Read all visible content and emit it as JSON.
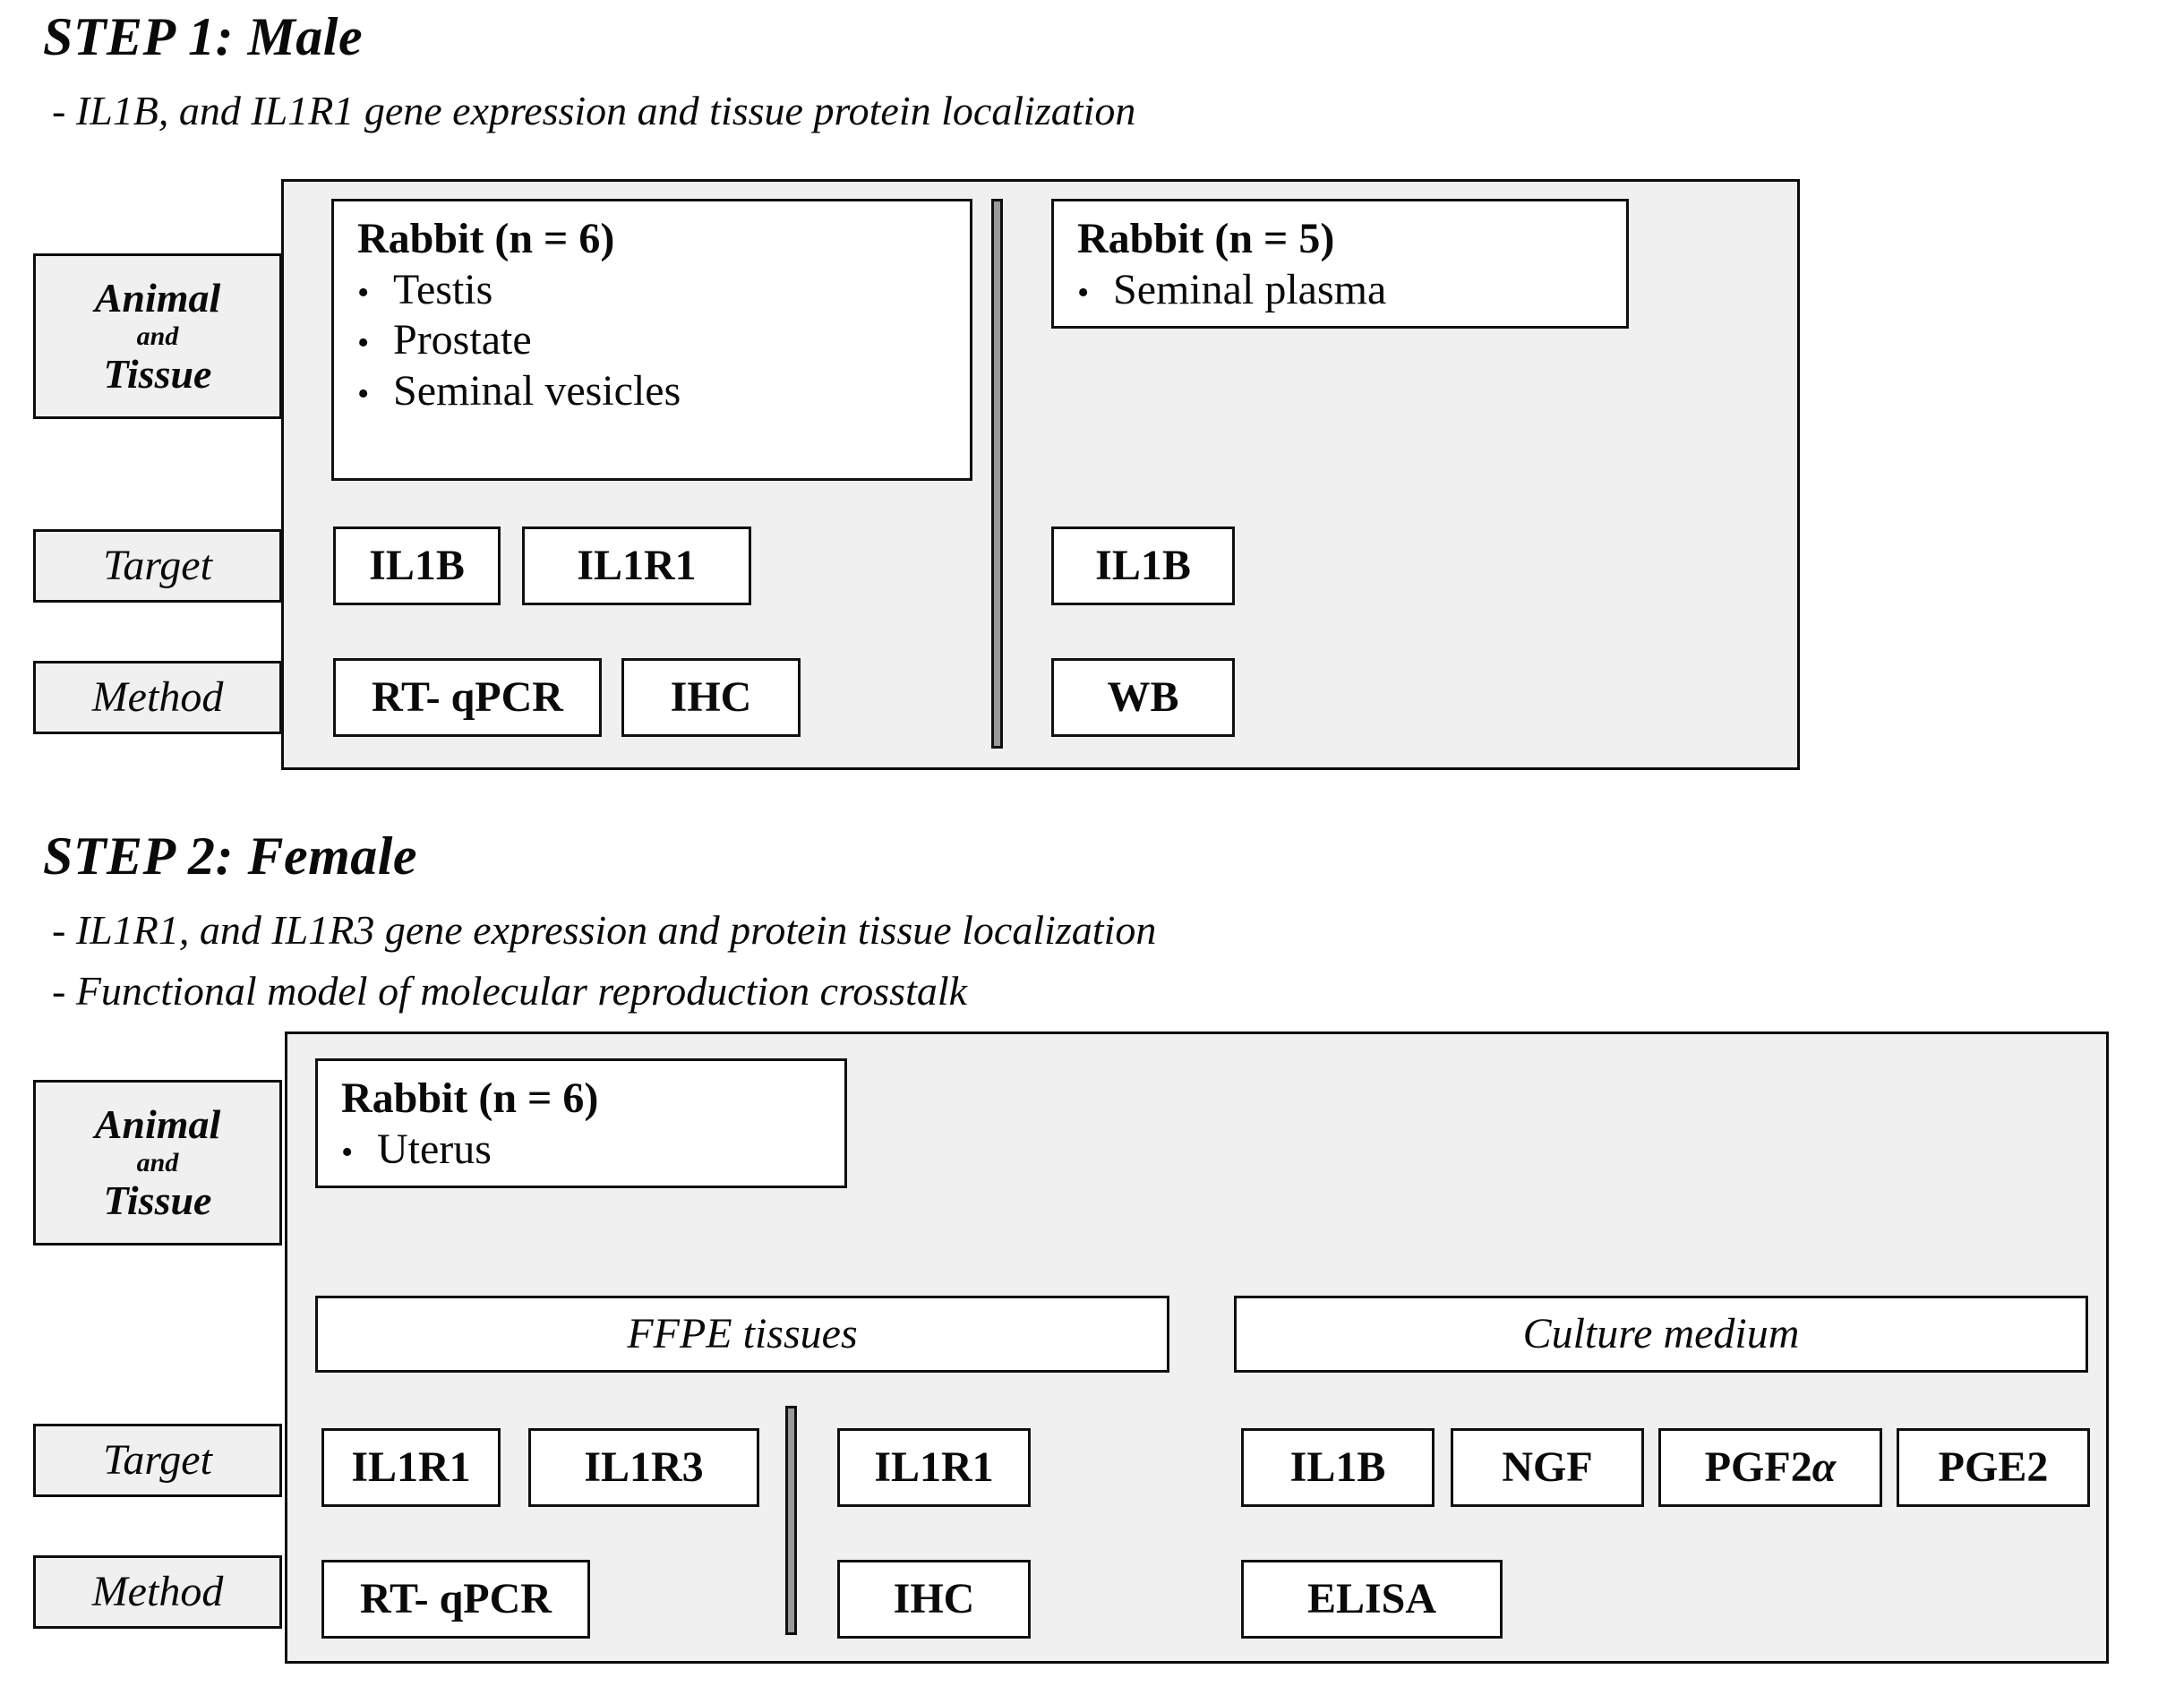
{
  "steps": [
    {
      "title": "STEP 1: Male",
      "subtitles": [
        "- IL1B, and IL1R1 gene expression and tissue protein localization"
      ],
      "row_labels": {
        "animal_main_top": "Animal",
        "animal_small": "and",
        "animal_main_bottom": "Tissue",
        "target": "Target",
        "method": "Method"
      },
      "left_group": {
        "title": "Rabbit (n = 6)",
        "bullet": "•",
        "items": [
          "Testis",
          "Prostate",
          "Seminal vesicles"
        ]
      },
      "right_group": {
        "title": "Rabbit (n = 5)",
        "bullet": "•",
        "items": [
          "Seminal plasma"
        ]
      },
      "left_targets": [
        "IL1B",
        "IL1R1"
      ],
      "left_methods": [
        "RT- qPCR",
        "IHC"
      ],
      "right_targets": [
        "IL1B"
      ],
      "right_methods": [
        "WB"
      ]
    },
    {
      "title": "STEP 2: Female",
      "subtitles": [
        "- IL1R1, and IL1R3 gene expression and protein tissue localization",
        "- Functional model of molecular reproduction crosstalk"
      ],
      "row_labels": {
        "animal_main_top": "Animal",
        "animal_small": "and",
        "animal_main_bottom": "Tissue",
        "target": "Target",
        "method": "Method"
      },
      "group": {
        "title": "Rabbit (n = 6)",
        "bullet": "•",
        "items": [
          "Uterus"
        ]
      },
      "sample_bars": [
        "FFPE tissues",
        "Culture medium"
      ],
      "ffpe_qpcr_targets": [
        "IL1R1",
        "IL1R3"
      ],
      "ffpe_qpcr_methods": [
        "RT- qPCR"
      ],
      "ffpe_ihc_targets": [
        "IL1R1"
      ],
      "ffpe_ihc_methods": [
        "IHC"
      ],
      "medium_targets": [
        "IL1B",
        "NGF",
        "PGF2",
        "PGE2"
      ],
      "medium_target_alpha_suffix": "α",
      "medium_methods": [
        "ELISA"
      ]
    }
  ],
  "colors": {
    "panel_fill": "#f0f0f0",
    "box_fill": "#ffffff",
    "stroke": "#0d0d0d",
    "divider_fill": "#9a9a9a",
    "text": "#0a0a0a"
  }
}
